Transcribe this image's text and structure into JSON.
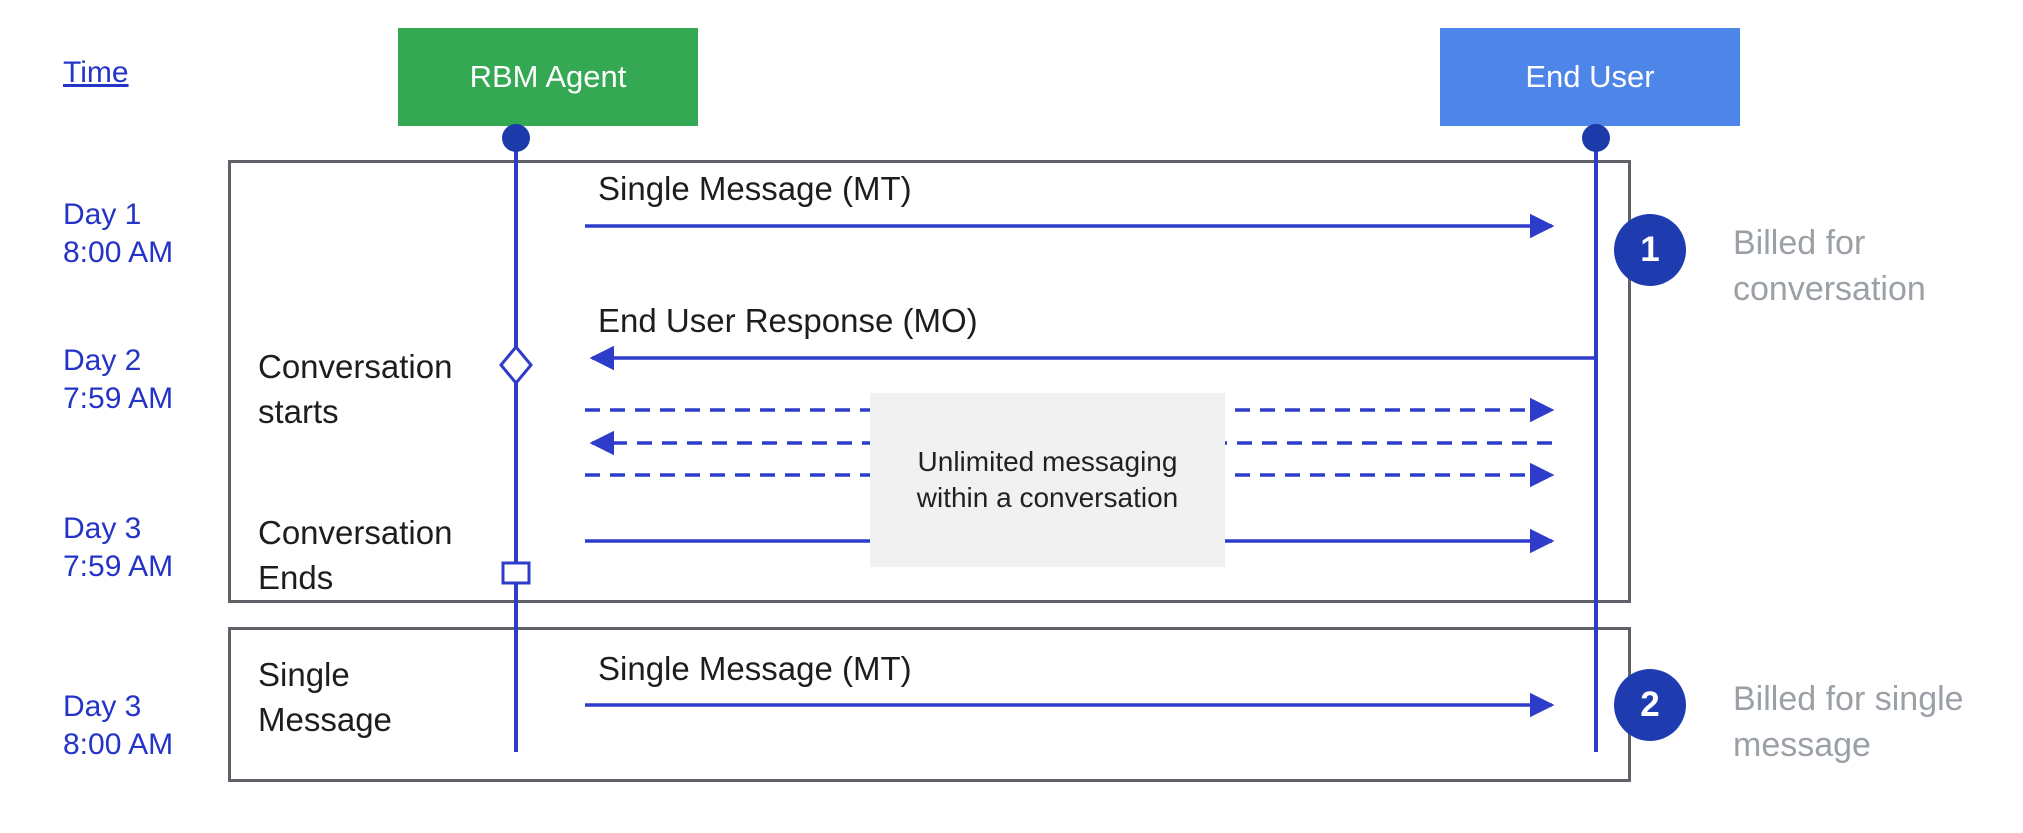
{
  "header": {
    "time_label": "Time"
  },
  "actors": [
    {
      "id": "rbm-agent",
      "label": "RBM Agent",
      "color": "#34a853"
    },
    {
      "id": "end-user",
      "label": "End User",
      "color": "#4d86e8"
    }
  ],
  "timeline": [
    {
      "line1": "Day 1",
      "line2": "8:00 AM"
    },
    {
      "line1": "Day 2",
      "line2": "7:59 AM"
    },
    {
      "line1": "Day 3",
      "line2": "7:59 AM"
    },
    {
      "line1": "Day 3",
      "line2": "8:00 AM"
    }
  ],
  "labels": {
    "conversation_starts": {
      "line1": "Conversation",
      "line2": "starts"
    },
    "conversation_ends": {
      "line1": "Conversation",
      "line2": "Ends"
    },
    "single_message": {
      "line1": "Single",
      "line2": "Message"
    }
  },
  "messages": {
    "mt_conversation": "Single Message (MT)",
    "mo_response": "End User Response (MO)",
    "mt_single": "Single Message (MT)"
  },
  "note": {
    "line1": "Unlimited messaging",
    "line2": "within a conversation"
  },
  "badges": [
    {
      "number": "1",
      "line1": "Billed for",
      "line2": "conversation"
    },
    {
      "number": "2",
      "line1": "Billed for single",
      "line2": "message"
    }
  ],
  "colors": {
    "agent_green": "#34a853",
    "user_blue": "#4d86e8",
    "arrow_blue": "#2e3dc9",
    "day_text_blue": "#2334c6",
    "marker_navy": "#1c3aa9",
    "badge_navy": "#1f3bb0",
    "frame_border_gray": "#5f6368",
    "note_background": "#f1f1f2",
    "billed_text_gray": "#9aa0a6",
    "message_text": "#1d1d1f"
  }
}
